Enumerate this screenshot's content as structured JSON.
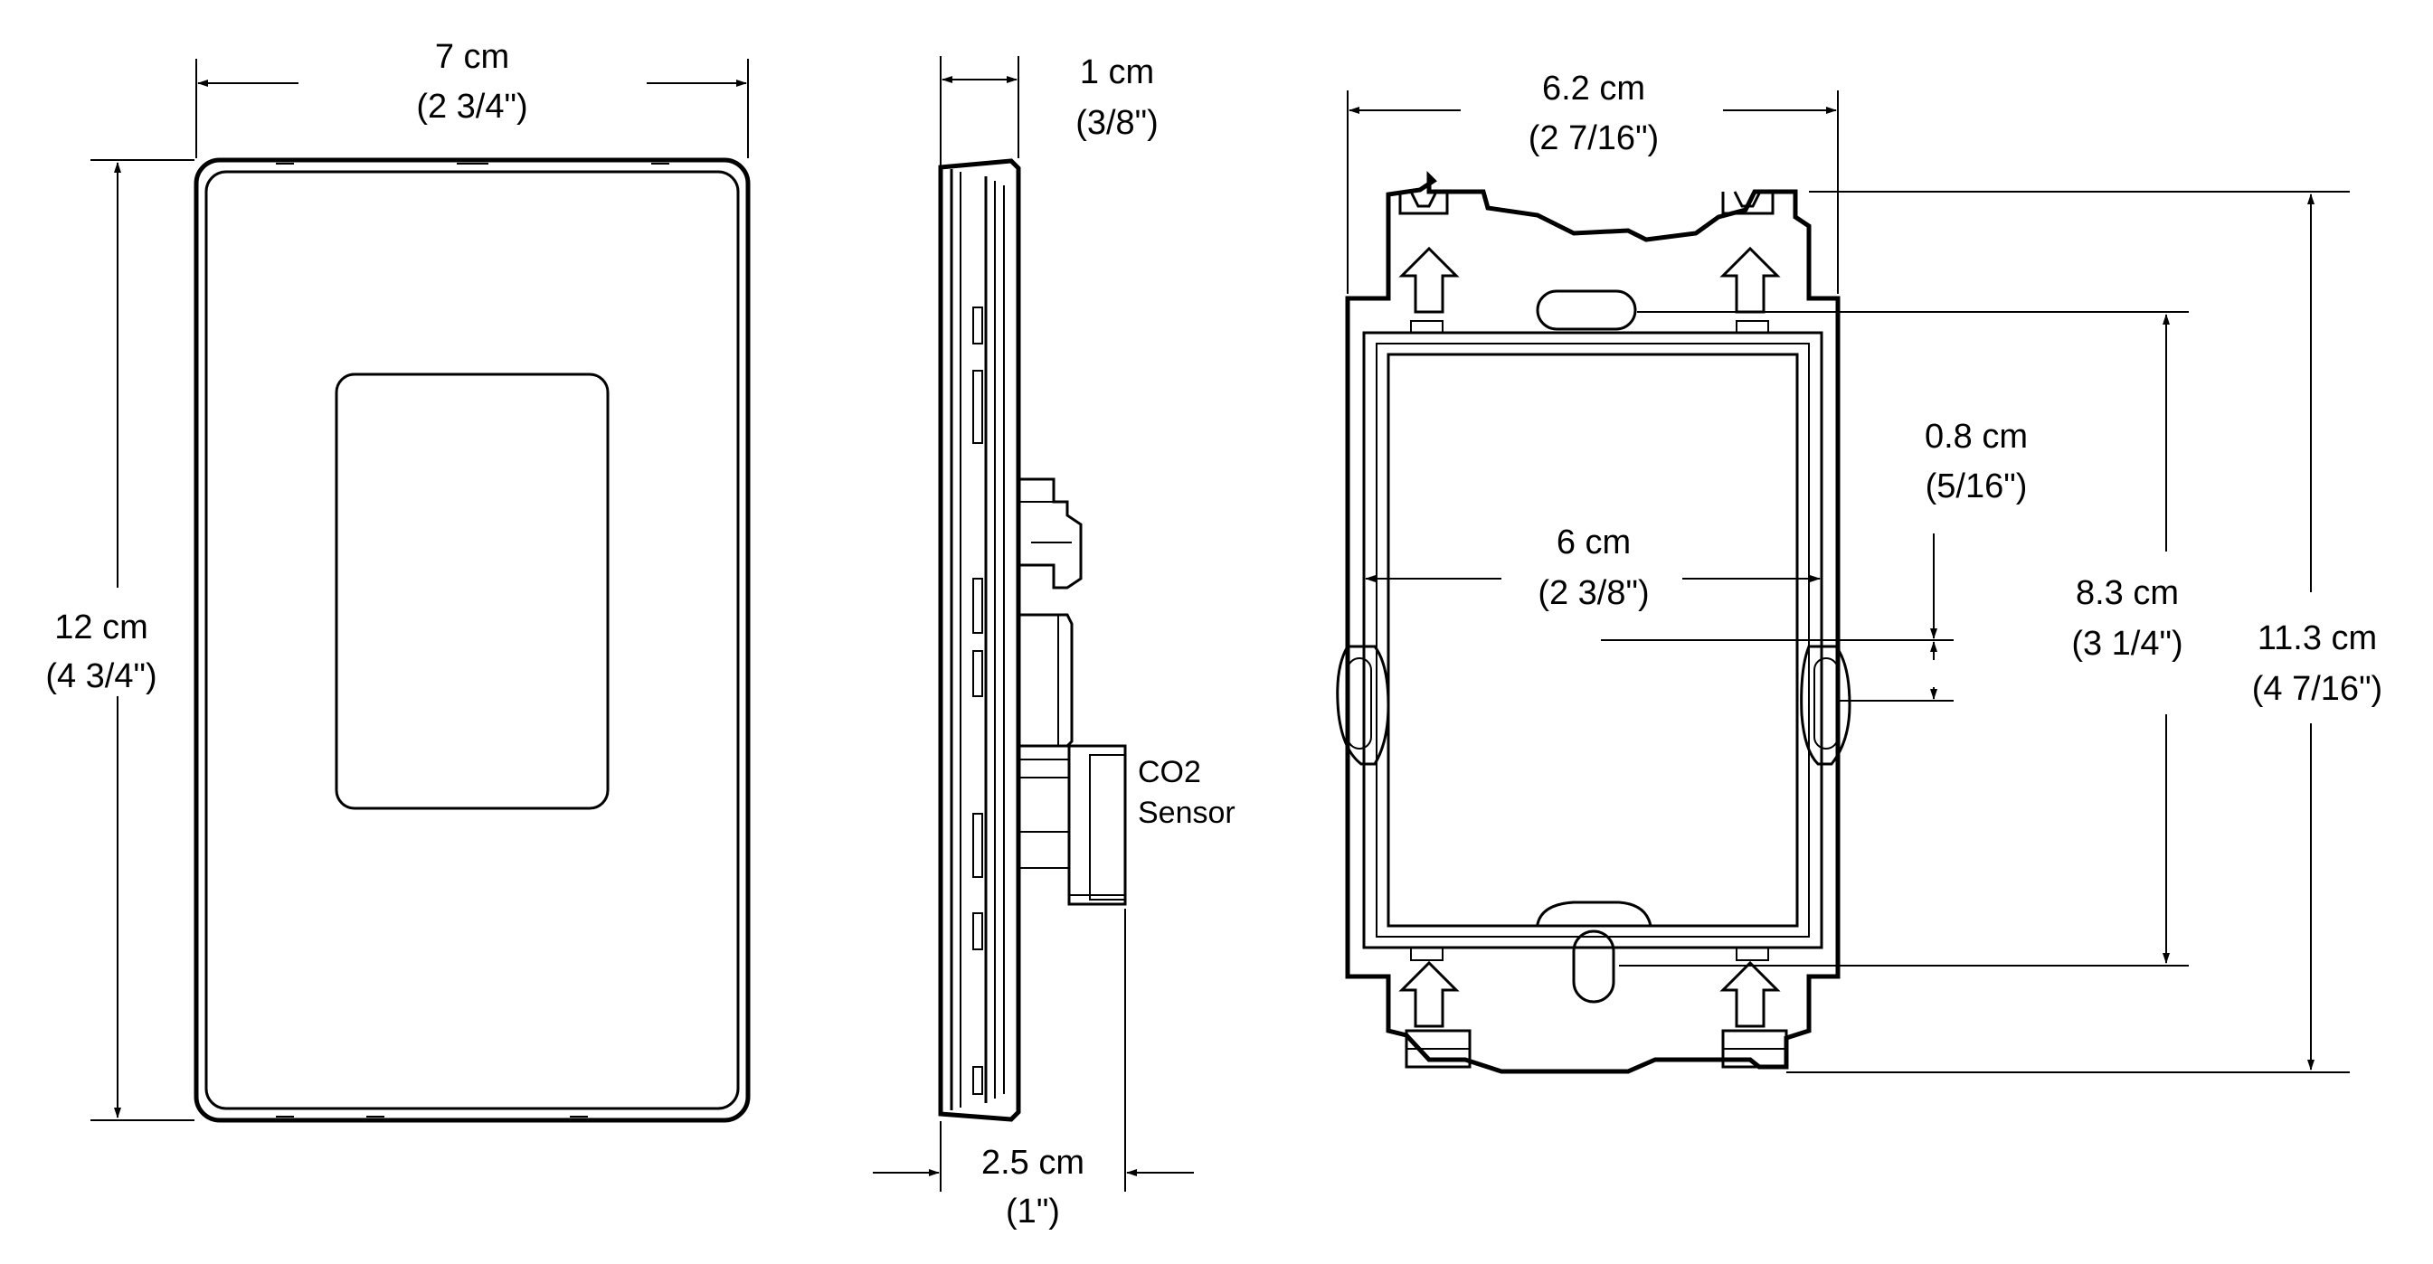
{
  "dimensions": {
    "front_width_cm": "7 cm",
    "front_width_in": "(2 3/4\")",
    "front_height_cm": "12 cm",
    "front_height_in": "(4 3/4\")",
    "side_depth_cm": "1 cm",
    "side_depth_in": "(3/8\")",
    "side_total_cm": "2.5 cm",
    "side_total_in": "(1\")",
    "sensor_label_1": "CO2",
    "sensor_label_2": "Sensor",
    "bracket_width_cm": "6.2 cm",
    "bracket_width_in": "(2 7/16\")",
    "inner_width_cm": "6 cm",
    "inner_width_in": "(2 3/8\")",
    "slot_cm": "0.8 cm",
    "slot_in": "(5/16\")",
    "hole_spacing_cm": "8.3 cm",
    "hole_spacing_in": "(3 1/4\")",
    "bracket_height_cm": "11.3 cm",
    "bracket_height_in": "(4 7/16\")"
  }
}
